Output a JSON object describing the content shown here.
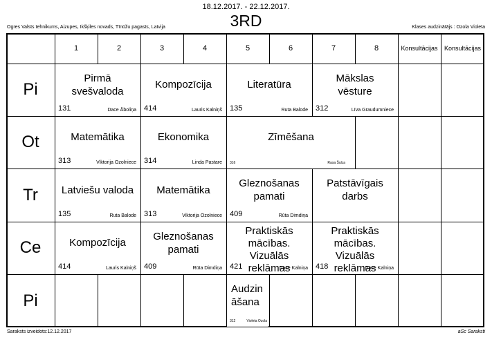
{
  "header": {
    "date_range": "18.12.2017. - 22.12.2017.",
    "class_name": "3RD",
    "school": "Ogres Valsts tehnikums, Aizupes, Ikšķiles novads, Tīnūžu pagasts, Latvija",
    "teacher": "Klases audzinātājs : Ozola Violeta"
  },
  "columns": [
    "1",
    "2",
    "3",
    "4",
    "5",
    "6",
    "7",
    "8",
    "Konsultācijas",
    "Konsultācijas"
  ],
  "days": [
    "Pi",
    "Ot",
    "Tr",
    "Ce",
    "Pi"
  ],
  "lessons": {
    "mon_1": {
      "subject": "Pirmā svešvaloda",
      "room": "131",
      "teacher": "Dace Āboliņa"
    },
    "mon_2": {
      "subject": "Kompozīcija",
      "room": "414",
      "teacher": "Lauris Kalniņš"
    },
    "mon_3": {
      "subject": "Literatūra",
      "room": "135",
      "teacher": "Ruta Balode"
    },
    "mon_4": {
      "subject": "Mākslas vēsture",
      "room": "312",
      "teacher": "Līva Graudumniece"
    },
    "tue_1": {
      "subject": "Matemātika",
      "room": "313",
      "teacher": "Viktorija Ozolniece"
    },
    "tue_2": {
      "subject": "Ekonomika",
      "room": "314",
      "teacher": "Linda Pastare"
    },
    "tue_3": {
      "subject": "Zīmēšana",
      "room": "316",
      "teacher": "Rasa Šulca"
    },
    "wed_1": {
      "subject": "Latviešu valoda",
      "room": "135",
      "teacher": "Ruta Balode"
    },
    "wed_2": {
      "subject": "Matemātika",
      "room": "313",
      "teacher": "Viktorija Ozolniece"
    },
    "wed_3": {
      "subject": "Gleznošanas pamati",
      "room": "409",
      "teacher": "Rūta Dimdiņa"
    },
    "wed_4": {
      "subject": "Patstāvīgais darbs"
    },
    "thu_1": {
      "subject": "Kompozīcija",
      "room": "414",
      "teacher": "Lauris Kalniņš"
    },
    "thu_2": {
      "subject": "Gleznošanas pamati",
      "room": "409",
      "teacher": "Rūta Dimdiņa"
    },
    "thu_3": {
      "subject": "Praktiskās mācības. Vizuālās reklāmas prakse",
      "room": "421",
      "teacher": "Dace Kalniņa"
    },
    "thu_4": {
      "subject": "Praktiskās mācības. Vizuālās reklāmas prakse",
      "room": "418",
      "teacher": "Dace Kalniņa"
    },
    "fri_1": {
      "subject": "Audzin āšana",
      "room": "312",
      "teacher": "Violeta Ozola"
    }
  },
  "footer": {
    "created": "Saraksts izveidots:12.12.2017",
    "brand": "aSc Saraksti"
  }
}
